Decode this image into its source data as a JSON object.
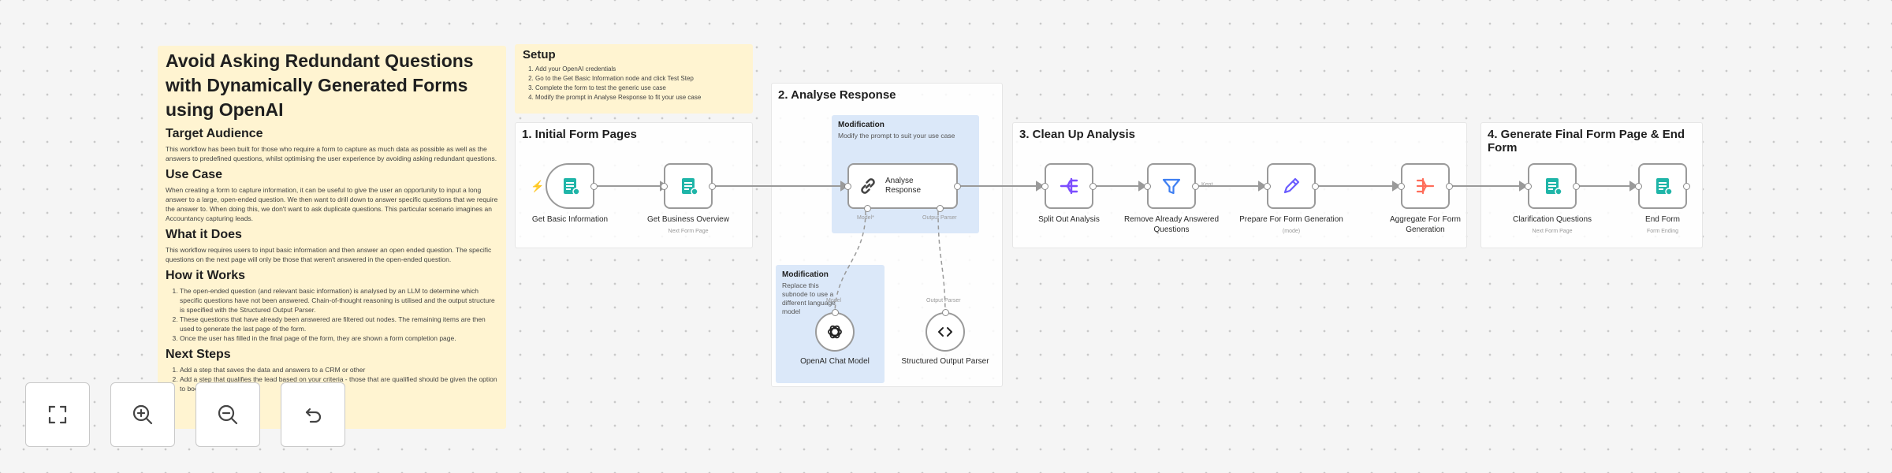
{
  "notes": {
    "main": {
      "title": "Avoid Asking Redundant Questions with Dynamically Generated Forms using OpenAI",
      "target_audience_heading": "Target Audience",
      "target_audience_text": "This workflow has been built for those who require a form to capture as much data as possible as well as the answers to predefined questions, whilst optimising the user experience by avoiding asking redundant questions.",
      "use_case_heading": "Use Case",
      "use_case_text": "When creating a form to capture information, it can be useful to give the user an opportunity to input a long answer to a large, open-ended question. We then want to drill down to answer specific questions that we require the answer to. When doing this, we don't want to ask duplicate questions. This particular scenario imagines an Accountancy capturing leads.",
      "what_heading": "What it Does",
      "what_text": "This workflow requires users to input basic information and then answer an open ended question. The specific questions on the next page will only be those that weren't answered in the open-ended question.",
      "how_heading": "How it Works",
      "how_items": [
        "The open-ended question (and relevant basic information) is analysed by an LLM to determine which specific questions have not been answered. Chain-of-thought reasoning is utilised and the output structure is specified with the Structured Output Parser.",
        "These questions that have already been answered are filtered out nodes. The remaining items are then used to generate the last page of the form.",
        "Once the user has filled in the final page of the form, they are shown a form completion page."
      ],
      "next_heading": "Next Steps",
      "next_items": [
        "Add a step that saves the data and answers to a CRM or other",
        "Add a step that qualifies the lead based on your criteria - those that are qualified should be given the option to book an appointment"
      ]
    },
    "setup": {
      "heading": "Setup",
      "items": [
        "Add your OpenAI credentials",
        "Go to the Get Basic Information node and click Test Step",
        "Complete the form to test the generic use case",
        "Modify the prompt in Analyse Response to fit your use case"
      ]
    },
    "section1": {
      "title": "1. Initial Form Pages"
    },
    "section2": {
      "title": "2. Analyse Response"
    },
    "section3": {
      "title": "3. Clean Up Analysis"
    },
    "section4": {
      "title": "4. Generate Final Form Page & End Form"
    },
    "mod1": {
      "title": "Modification",
      "text": "Modify the prompt to suit your use case"
    },
    "mod2": {
      "title": "Modification",
      "text": "Replace this subnode to use a different language model"
    }
  },
  "nodes": {
    "get_basic": {
      "label": "Get Basic Information"
    },
    "get_business": {
      "label": "Get Business Overview",
      "sub": "Next Form Page"
    },
    "analyse": {
      "label": "Analyse Response",
      "handle_model": "Model*",
      "handle_parser": "Output Parser"
    },
    "openai": {
      "label": "OpenAI Chat Model",
      "handle": "Model"
    },
    "parser": {
      "label": "Structured Output Parser",
      "handle": "Output Parser"
    },
    "split": {
      "label": "Split Out Analysis"
    },
    "remove": {
      "label": "Remove Already Answered Questions",
      "edge_label": "Kept"
    },
    "prepare": {
      "label": "Prepare For Form Generation",
      "sub": "(mode)"
    },
    "aggregate": {
      "label": "Aggregate For Form Generation"
    },
    "clarify": {
      "label": "Clarification Questions",
      "sub": "Next Form Page"
    },
    "end": {
      "label": "End Form",
      "sub": "Form Ending"
    }
  },
  "controls": {
    "fit": "fit-view",
    "zoom_in": "zoom-in",
    "zoom_out": "zoom-out",
    "reset": "reset-zoom"
  },
  "colors": {
    "note_yellow": "#fff4d1",
    "note_blue": "#dbe8f9",
    "form_teal": "#1fb5a8",
    "split_purple": "#7c4dff",
    "filter_blue": "#3f7ff2",
    "pen_purple": "#6a5cff",
    "aggregate_red": "#ff6d5a",
    "trigger_orange": "#ff6d5a"
  }
}
